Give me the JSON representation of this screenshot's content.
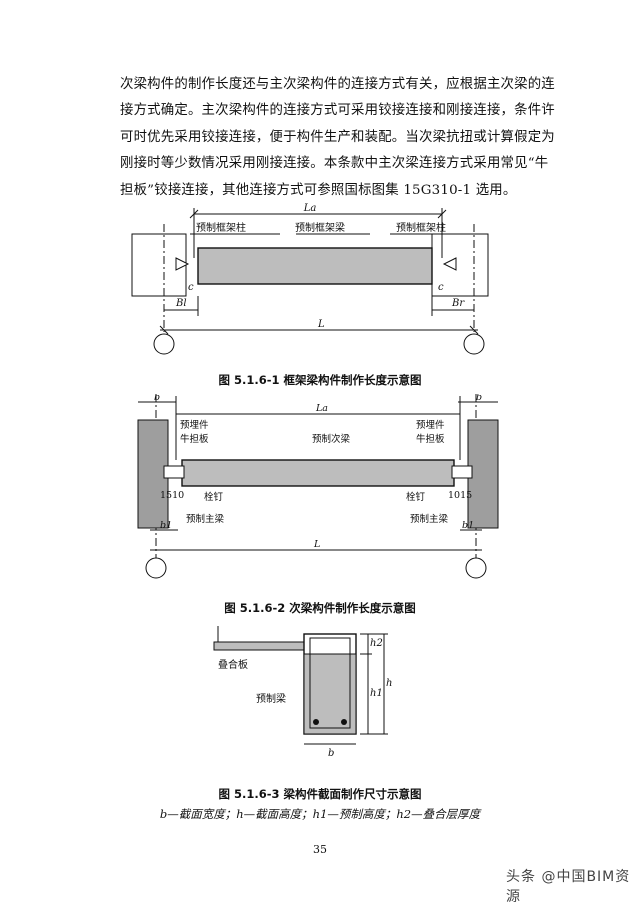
{
  "paragraph": "次梁构件的制作长度还与主次梁构件的连接方式有关，应根据主次梁的连接方式确定。主次梁构件的连接方式可采用铰接连接和刚接连接，条件许可时优先采用铰接连接，便于构件生产和装配。当次梁抗扭或计算假定为刚接时等少数情况采用刚接连接。本条款中主次梁连接方式采用常见“牛担板”铰接连接，其他连接方式可参照国标图集 15G310-1 选用。",
  "figure1": {
    "label_La": "La",
    "label_column_left": "预制框架柱",
    "label_beam": "预制框架梁",
    "label_column_right": "预制框架柱",
    "label_c_left": "c",
    "label_c_right": "c",
    "label_bl": "Bl",
    "label_br": "Br",
    "label_L": "L",
    "caption": "图 5.1.6-1  框架梁构件制作长度示意图"
  },
  "figure2": {
    "label_b_left": "b",
    "label_b_right": "b",
    "label_La": "La",
    "label_embed_left": "预埋件",
    "label_plate_left": "牛担板",
    "label_secondary": "预制次梁",
    "label_embed_right": "预埋件",
    "label_plate_right": "牛担板",
    "label_1510": "1510",
    "label_1015": "1015",
    "label_bolt_left": "栓钉",
    "label_bolt_right": "栓钉",
    "label_main_left": "预制主梁",
    "label_main_right": "预制主梁",
    "label_b1_left": "b1",
    "label_b1_right": "b1",
    "label_L": "L",
    "caption": "图 5.1.6-2  次梁构件制作长度示意图"
  },
  "figure3": {
    "label_slab": "叠合板",
    "label_beam": "预制梁",
    "label_h2": "h2",
    "label_h1": "h1",
    "label_h": "h",
    "label_b": "b",
    "caption": "图 5.1.6-3  梁构件截面制作尺寸示意图",
    "legend": "b—截面宽度；h—截面高度；h1—预制高度；h2—叠合层厚度"
  },
  "page_number": "35",
  "watermark": "头条 @中国BIM资源"
}
